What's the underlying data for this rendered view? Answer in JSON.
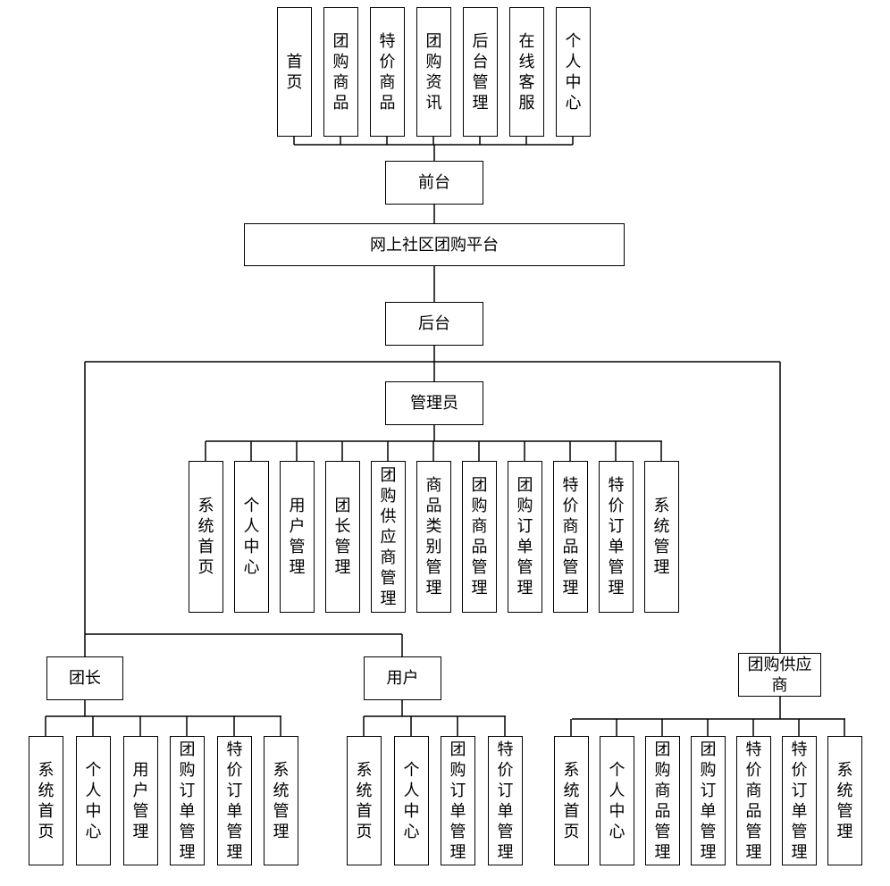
{
  "diagram": {
    "front_items": [
      "首页",
      "团购商品",
      "特价商品",
      "团购资讯",
      "后台管理",
      "在线客服",
      "个人中心"
    ],
    "front": "前台",
    "platform": "网上社区团购平台",
    "back": "后台",
    "admin": "管理员",
    "admin_items": [
      "系统首页",
      "个人中心",
      "用户管理",
      "团长管理",
      "团购供应商管理",
      "商品类别管理",
      "团购商品管理",
      "团购订单管理",
      "特价商品管理",
      "特价订单管理",
      "系统管理"
    ],
    "leader": "团长",
    "leader_items": [
      "系统首页",
      "个人中心",
      "用户管理",
      "团购订单管理",
      "特价订单管理",
      "系统管理"
    ],
    "user": "用户",
    "user_items": [
      "系统首页",
      "个人中心",
      "团购订单管理",
      "特价订单管理"
    ],
    "supplier": "团购供应商",
    "supplier_items": [
      "系统首页",
      "个人中心",
      "团购商品管理",
      "团购订单管理",
      "特价商品管理",
      "特价订单管理",
      "系统管理"
    ]
  }
}
